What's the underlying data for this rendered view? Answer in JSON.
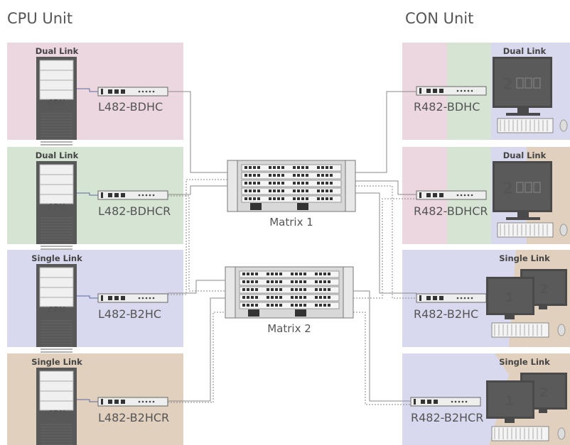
{
  "headers": {
    "cpu_unit": "CPU Unit",
    "con_unit": "CON Unit"
  },
  "colors": {
    "pink": "#ecd6df",
    "green": "#d6e5d3",
    "blue": "#d8d9ee",
    "tan": "#e0d0bd",
    "tower": "#585858",
    "line": "#8a8a8a"
  },
  "cpu_rows": [
    {
      "link_label": "Dual Link",
      "cpu_label": "CPU",
      "device_label": "L482-BDHC",
      "color": "pink"
    },
    {
      "link_label": "Dual Link",
      "cpu_label": "CPU",
      "device_label": "L482-BDHCR",
      "color": "green"
    },
    {
      "link_label": "Single Link",
      "cpu_label": "CPU",
      "device_label": "L482-B2HC",
      "color": "blue"
    },
    {
      "link_label": "Single Link",
      "cpu_label": "CPU",
      "device_label": "L482-B2HCR",
      "color": "tan"
    }
  ],
  "matrices": [
    {
      "label": "Matrix 1"
    },
    {
      "label": "Matrix 2"
    }
  ],
  "con_rows": [
    {
      "link_label": "Dual Link",
      "device_label": "R482-BDHC",
      "screen_number": "2",
      "stripes": [
        "pink",
        "green",
        "blue"
      ]
    },
    {
      "link_label": "Dual Link",
      "device_label": "R482-BDHCR",
      "screen_number": "2",
      "stripes": [
        "pink",
        "green",
        "blue",
        "tan"
      ]
    },
    {
      "link_label": "Single Link",
      "device_label": "R482-B2HC",
      "screen_numbers": [
        "1",
        "2"
      ],
      "stripes": [
        "blue"
      ]
    },
    {
      "link_label": "Single Link",
      "device_label": "R482-B2HCR",
      "screen_numbers": [
        "1",
        "2"
      ],
      "stripes": [
        "blue",
        "tan"
      ]
    }
  ]
}
